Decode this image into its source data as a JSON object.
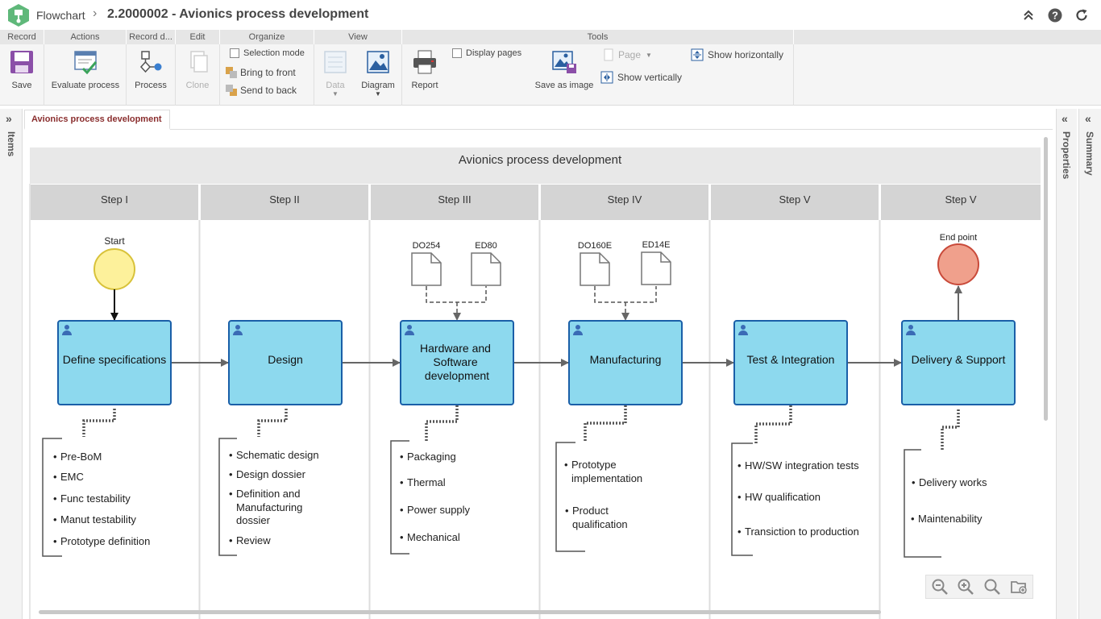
{
  "header": {
    "app_name": "Flowchart",
    "separator": "›",
    "title": "2.2000002 - Avionics process development"
  },
  "ribbon": {
    "groups": {
      "record": "Record",
      "actions": "Actions",
      "record_d": "Record d...",
      "edit": "Edit",
      "organize": "Organize",
      "view": "View",
      "tools": "Tools"
    },
    "save": "Save",
    "evaluate": "Evaluate process",
    "process": "Process",
    "clone": "Clone",
    "selection_mode": "Selection mode",
    "bring_front": "Bring to front",
    "send_back": "Send to back",
    "data": "Data",
    "diagram": "Diagram",
    "report": "Report",
    "display_pages": "Display pages",
    "save_image": "Save as image",
    "page": "Page",
    "show_horizontally": "Show horizontally",
    "show_vertically": "Show vertically"
  },
  "side": {
    "items": "Items",
    "properties": "Properties",
    "summary": "Summary"
  },
  "tab": {
    "label": "Avionics process development"
  },
  "diagram": {
    "title": "Avionics process development",
    "lanes": [
      "Step I",
      "Step II",
      "Step III",
      "Step IV",
      "Step V",
      "Step V"
    ],
    "start_label": "Start",
    "end_label": "End point",
    "docs": [
      "DO254",
      "ED80",
      "DO160E",
      "ED14E"
    ],
    "tasks": [
      "Define specifications",
      "Design",
      "Hardware and",
      "Software",
      "development",
      "Manufacturing",
      "Test & Integration",
      "Delivery & Support"
    ],
    "notes": {
      "step1": [
        "Pre-BoM",
        "EMC",
        "Func testability",
        "Manut testability",
        "Prototype definition"
      ],
      "step2": [
        "Schematic design",
        "Design dossier",
        "Definition and",
        "Manufacturing",
        "dossier",
        "Review"
      ],
      "step3": [
        "Packaging",
        "Thermal",
        "Power supply",
        "Mechanical"
      ],
      "step4": [
        "Prototype",
        "implementation",
        "Product",
        "qualification"
      ],
      "step5": [
        "HW/SW integration tests",
        "HW qualification",
        "Transiction to production"
      ],
      "step6": [
        "Delivery works",
        "Maintenability"
      ]
    },
    "bullet": "•"
  },
  "colors": {
    "task_fill": "#8dd9ee",
    "task_stroke": "#1a5fa8",
    "start_fill": "#fdf19b",
    "end_fill": "#f0a08c",
    "lane_header": "#d4d4d4",
    "title_band": "#e8e8e8"
  },
  "icons": [
    "app-logo-icon",
    "chevrons-up-icon",
    "help-icon",
    "refresh-icon",
    "save-icon",
    "evaluate-icon",
    "process-icon",
    "clone-icon",
    "data-icon",
    "diagram-icon",
    "report-icon",
    "save-image-icon",
    "zoom-out-icon",
    "zoom-in-icon",
    "zoom-fit-icon",
    "folder-add-icon"
  ]
}
